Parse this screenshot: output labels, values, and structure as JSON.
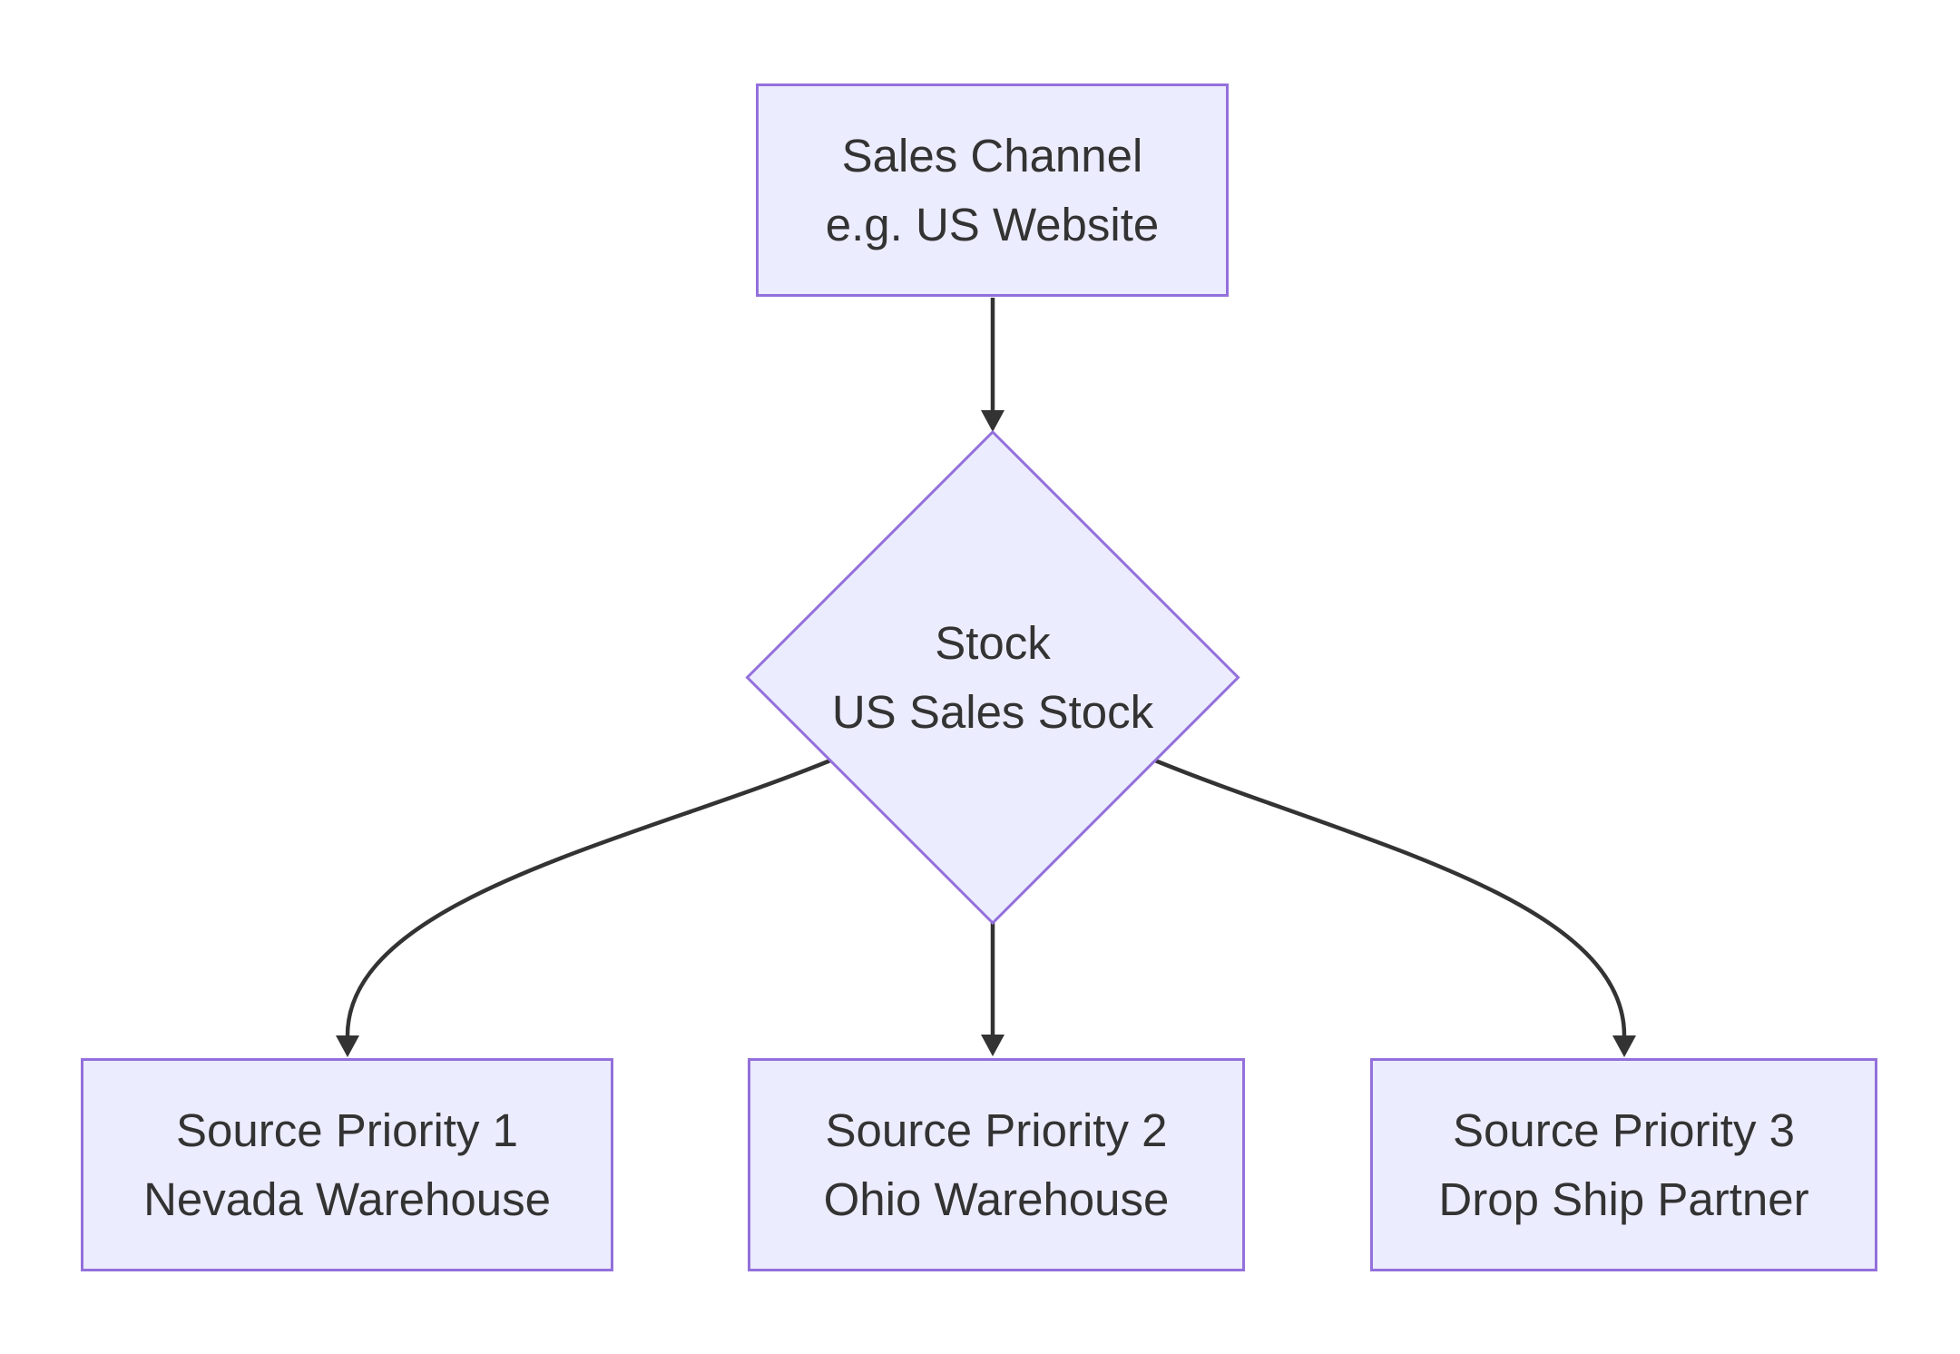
{
  "diagram": {
    "type": "flowchart",
    "direction": "top-down",
    "colors": {
      "node_fill": "#ECECFF",
      "node_border": "#9370DB",
      "edge": "#333333",
      "text": "#333333",
      "background": "#FFFFFF"
    },
    "nodes": {
      "sales_channel": {
        "shape": "rectangle",
        "line1": "Sales Channel",
        "line2": "e.g. US Website"
      },
      "stock": {
        "shape": "diamond",
        "line1": "Stock",
        "line2": "US Sales Stock"
      },
      "priority1": {
        "shape": "rectangle",
        "line1": "Source Priority 1",
        "line2": "Nevada Warehouse"
      },
      "priority2": {
        "shape": "rectangle",
        "line1": "Source Priority 2",
        "line2": "Ohio Warehouse"
      },
      "priority3": {
        "shape": "rectangle",
        "line1": "Source Priority 3",
        "line2": "Drop Ship Partner"
      }
    },
    "edges": [
      {
        "from": "sales_channel",
        "to": "stock"
      },
      {
        "from": "stock",
        "to": "priority1"
      },
      {
        "from": "stock",
        "to": "priority2"
      },
      {
        "from": "stock",
        "to": "priority3"
      }
    ]
  }
}
